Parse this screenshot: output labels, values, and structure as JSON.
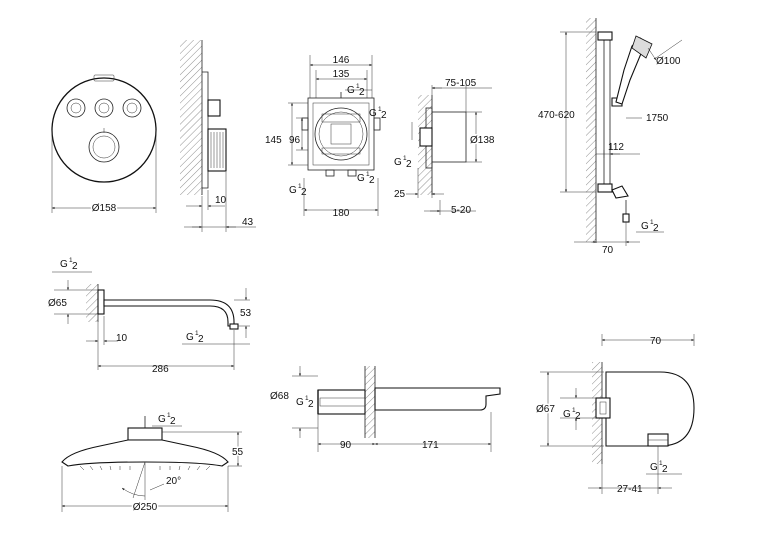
{
  "control_panel": {
    "diameter": "Ø158",
    "wall_gap": "10",
    "depth": "43"
  },
  "mounting_box": {
    "width_outer": "146",
    "width_inner": "135",
    "height_outer": "145",
    "height_inner": "96",
    "base_width": "180",
    "connection_top_base": "G",
    "connection_top_sup": "1",
    "connection_top_sub": "2",
    "connection_right_base": "G",
    "connection_right_sup": "1",
    "connection_right_sub": "2",
    "connection_bl_base": "G",
    "connection_bl_sup": "1",
    "connection_bl_sub": "2",
    "connection_br_base": "G",
    "connection_br_sup": "1",
    "connection_br_sub": "2"
  },
  "box_side": {
    "depth_range": "75-105",
    "diameter": "Ø138",
    "wall_offset": "25",
    "adjust_range": "5-20",
    "connection_base": "G",
    "connection_sup": "1",
    "connection_sub": "2"
  },
  "shower_set": {
    "rail_height": "470-620",
    "hand_shower_diameter": "Ø100",
    "hose_length": "1750",
    "rail_width": "112",
    "wall_offset": "70",
    "connection_base": "G",
    "connection_sup": "1",
    "connection_sub": "2"
  },
  "shower_arm": {
    "connection_base": "G",
    "connection_sup": "1",
    "connection_sub": "2",
    "rosette_diameter": "Ø65",
    "drop": "53",
    "wall_gap": "10",
    "outlet_base": "G",
    "outlet_sup": "1",
    "outlet_sub": "2",
    "length": "286"
  },
  "spout": {
    "rosette_diameter": "Ø68",
    "connection_base": "G",
    "connection_sup": "1",
    "connection_sub": "2",
    "wall_section": "90",
    "projection": "171"
  },
  "wall_outlet": {
    "depth": "70",
    "diameter": "Ø67",
    "inlet_base": "G",
    "inlet_sup": "1",
    "inlet_sub": "2",
    "outlet_base": "G",
    "outlet_sup": "1",
    "outlet_sub": "2",
    "adjust_range": "27-41"
  },
  "head_shower": {
    "connection_base": "G",
    "connection_sup": "1",
    "connection_sub": "2",
    "height": "55",
    "tilt_angle": "20°",
    "diameter": "Ø250"
  }
}
